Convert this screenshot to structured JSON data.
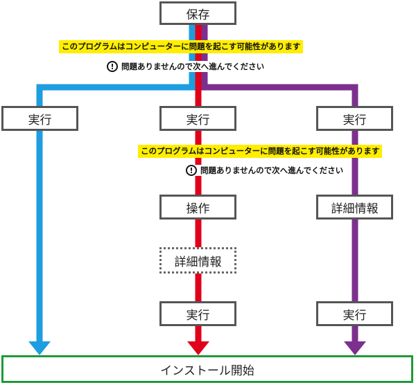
{
  "nodes": {
    "save": "保存",
    "exec_left": "実行",
    "exec_center": "実行",
    "exec_right": "実行",
    "operate": "操作",
    "details_center": "詳細情報",
    "details_right": "詳細情報",
    "exec_center_bottom": "実行",
    "exec_right_bottom": "実行",
    "install_start": "インストール開始"
  },
  "warnings": {
    "top_warning": "このプログラムはコンピューターに問題を起こす可能性があります",
    "top_note": "問題ありませんので次へ進んでください",
    "mid_warning": "このプログラムはコンピューターに問題を起こす可能性があります",
    "mid_note": "問題ありませんので次へ進んでください",
    "icon_glyph": "!"
  },
  "colors": {
    "blue": "#1e9ee0",
    "red": "#e0001b",
    "purple": "#7d2f8e",
    "green": "#1e9a3a",
    "box_border": "#555555",
    "warning_bg": "#ffee00"
  }
}
